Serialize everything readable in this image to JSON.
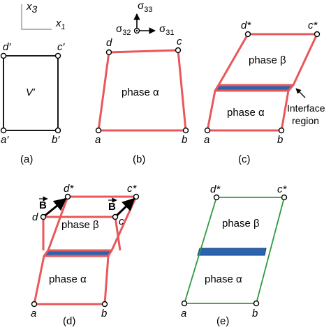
{
  "axes": {
    "x3": "x",
    "x3_sub": "3",
    "x1": "x",
    "x1_sub": "1"
  },
  "stress": {
    "s33": "σ",
    "s33_sub": "33",
    "s32": "σ",
    "s32_sub": "32",
    "s31": "σ",
    "s31_sub": "31"
  },
  "panel_a": {
    "caption": "(a)",
    "a": "a′",
    "b": "b′",
    "c": "c′",
    "d": "d′",
    "volume": "V′"
  },
  "panel_b": {
    "caption": "(b)",
    "a": "a",
    "b": "b",
    "c": "c",
    "d": "d",
    "phase": "phase α"
  },
  "panel_c": {
    "caption": "(c)",
    "a": "a",
    "b": "b",
    "c": "c*",
    "d": "d*",
    "phase_top": "phase β",
    "phase_bottom": "phase α",
    "interface_1": "Interface",
    "interface_2": "region"
  },
  "panel_d": {
    "caption": "(d)",
    "a": "a",
    "b": "b",
    "c": "c",
    "d": "d",
    "c_star": "c*",
    "d_star": "d*",
    "phase_top": "phase β",
    "phase_bottom": "phase α",
    "vec": "B"
  },
  "panel_e": {
    "caption": "(e)",
    "a": "a",
    "b": "b",
    "c": "c*",
    "d": "d*",
    "phase_top": "phase β",
    "phase_bottom": "phase α"
  },
  "colors": {
    "red": "#e8585a",
    "blue": "#2a64b0",
    "green": "#2f9a3f",
    "black": "#000000"
  }
}
